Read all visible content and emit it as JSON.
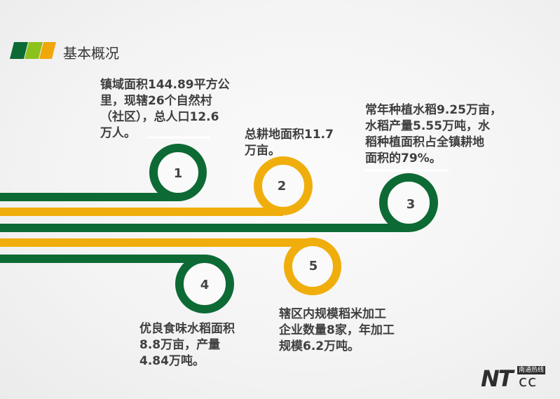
{
  "header": {
    "title": "基本概况",
    "stripe_colors": [
      "#0d6a34",
      "#8cc21e",
      "#f0a70a"
    ]
  },
  "colors": {
    "green": "#0d6a34",
    "yellow": "#f0ae0c",
    "text": "#3f3f3f"
  },
  "items": [
    {
      "number": "1",
      "color": "green",
      "lines": [
        "镇域面积144.89平方公",
        "里，现辖26个自然村",
        "（社区），总人口12.6",
        "万人。"
      ]
    },
    {
      "number": "2",
      "color": "yellow",
      "lines": [
        "总耕地面积11.7",
        "万亩。"
      ]
    },
    {
      "number": "3",
      "color": "green",
      "lines": [
        "常年种植水稻9.25万亩，",
        "水稻产量5.55万吨，水",
        "稻种植面积占全镇耕地",
        "面积的79%。"
      ]
    },
    {
      "number": "4",
      "color": "green",
      "lines": [
        "优良食味水稻面积",
        "8.8万亩，产量",
        "4.84万吨。"
      ]
    },
    {
      "number": "5",
      "color": "yellow",
      "lines": [
        "辖区内规模稻米加工",
        "企业数量8家，年加工",
        "规模6.2万吨。"
      ]
    }
  ],
  "logo": {
    "main": "NT",
    "suffix": "cc",
    "badge": "南通热线"
  }
}
